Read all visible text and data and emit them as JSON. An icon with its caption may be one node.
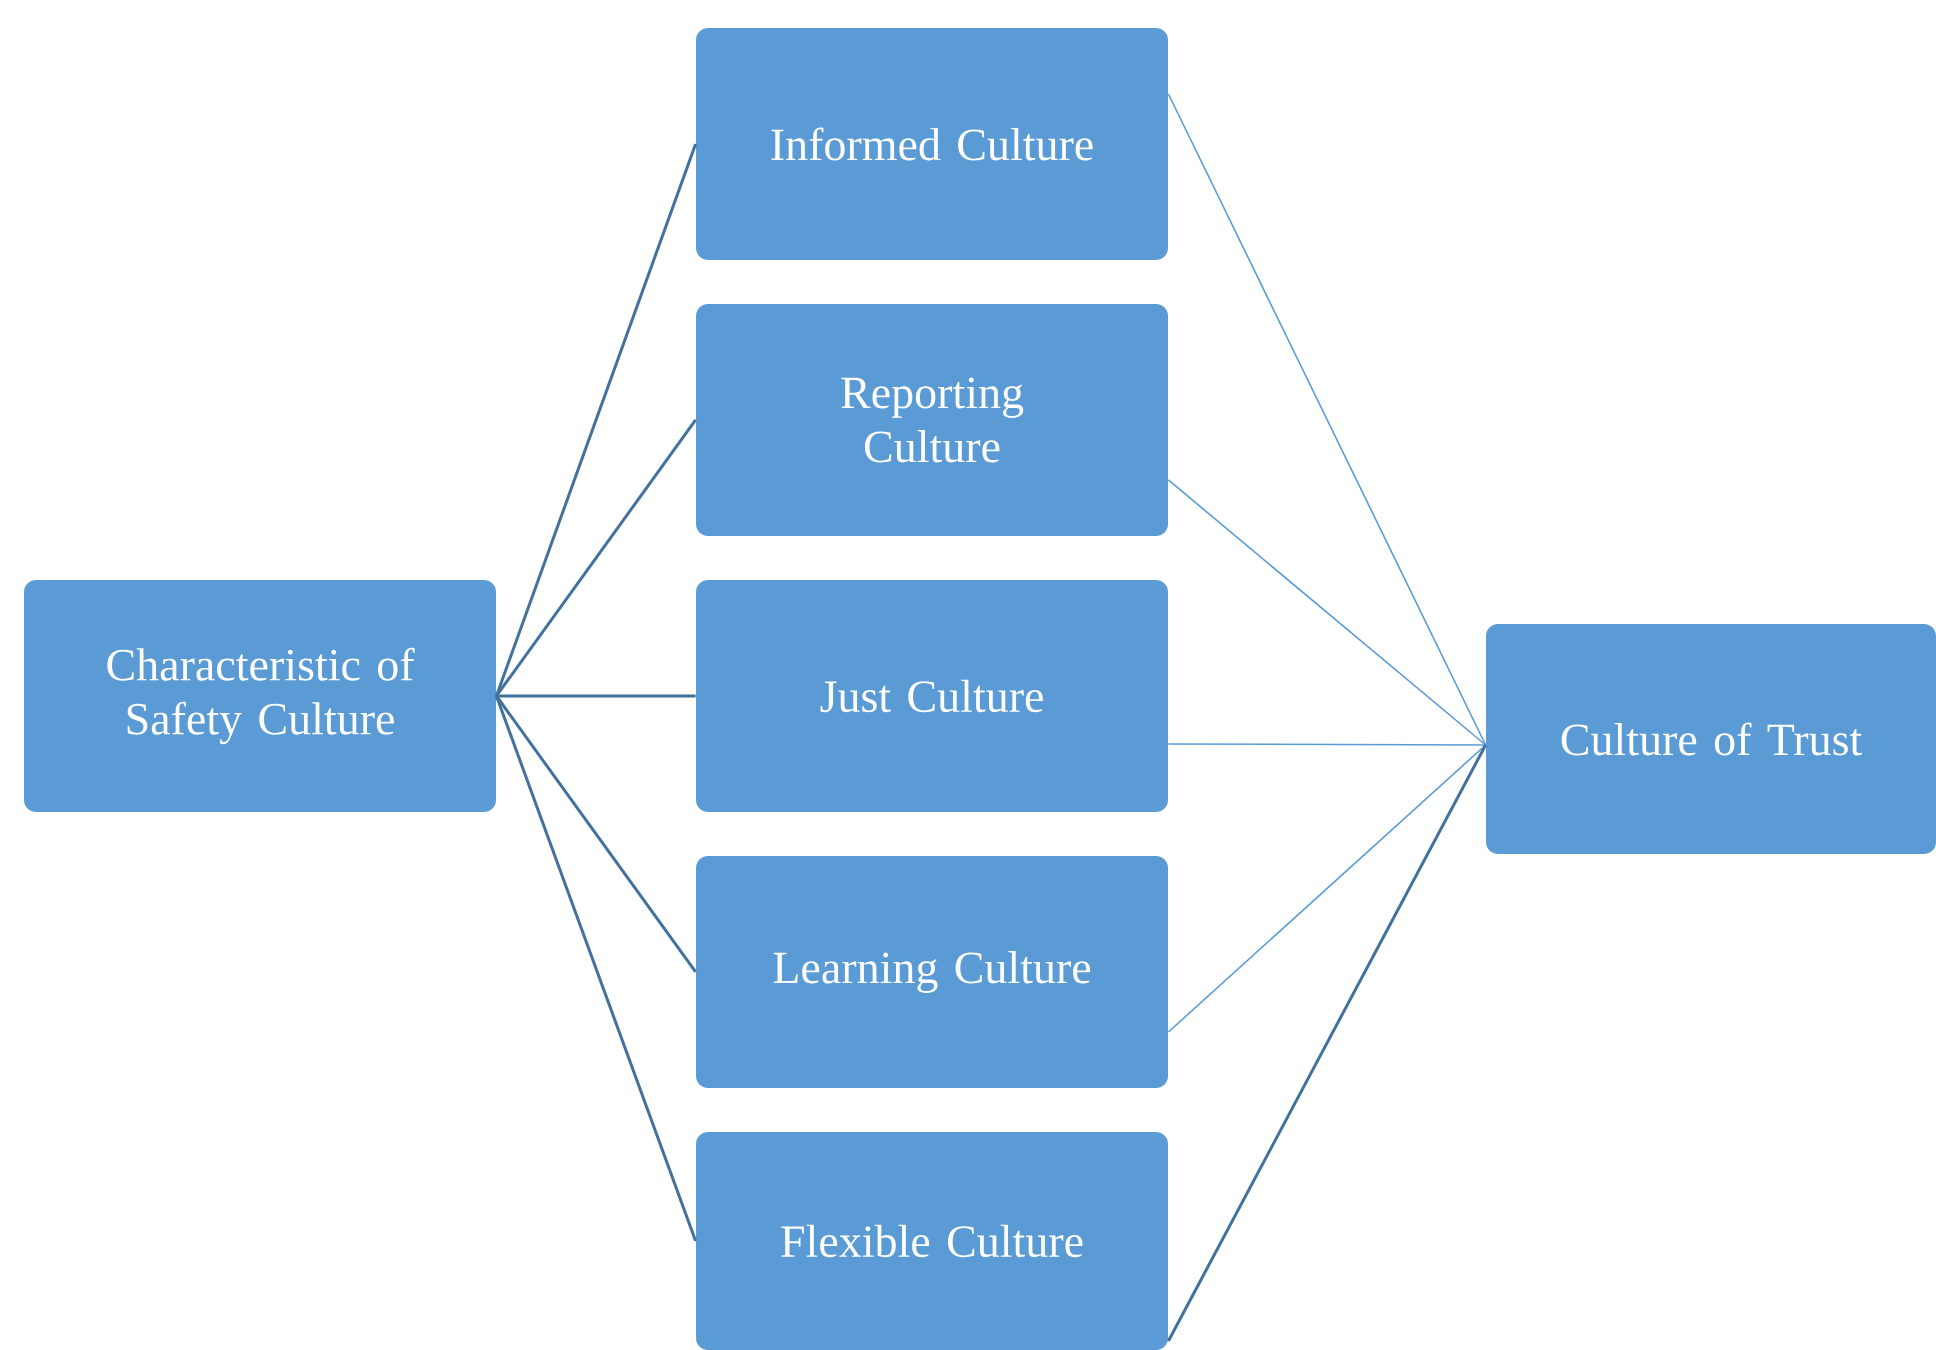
{
  "diagram": {
    "nodes": [
      {
        "text": [
          "Characteristic of Safety Culture"
        ]
      },
      {
        "text": [
          "Informed Culture"
        ]
      },
      {
        "text": [
          "Reporting Culture"
        ]
      },
      {
        "text": [
          "Just Culture"
        ]
      },
      {
        "text": [
          "Learning Culture"
        ]
      },
      {
        "text": [
          "Flexible Culture"
        ]
      },
      {
        "text": [
          "Culture of Trust"
        ]
      }
    ],
    "edges": [
      {
        "from": 0,
        "to": 1,
        "arrow": "none"
      },
      {
        "from": 0,
        "to": 2,
        "arrow": "none"
      },
      {
        "from": 0,
        "to": 3,
        "arrow": "none"
      },
      {
        "from": 0,
        "to": 4,
        "arrow": "none"
      },
      {
        "from": 0,
        "to": 5,
        "arrow": "none"
      },
      {
        "from": 1,
        "to": 6,
        "arrow": "none",
        "color": "#5b9bd5"
      },
      {
        "from": 2,
        "to": 6,
        "arrow": "none",
        "color": "#5b9bd5"
      },
      {
        "from": 3,
        "to": 6,
        "arrow": "none",
        "color": "#5b9bd5"
      },
      {
        "from": 4,
        "to": 6,
        "arrow": "none",
        "color": "#5b9bd5"
      },
      {
        "from": 5,
        "to": 6,
        "arrow": "none"
      }
    ]
  }
}
